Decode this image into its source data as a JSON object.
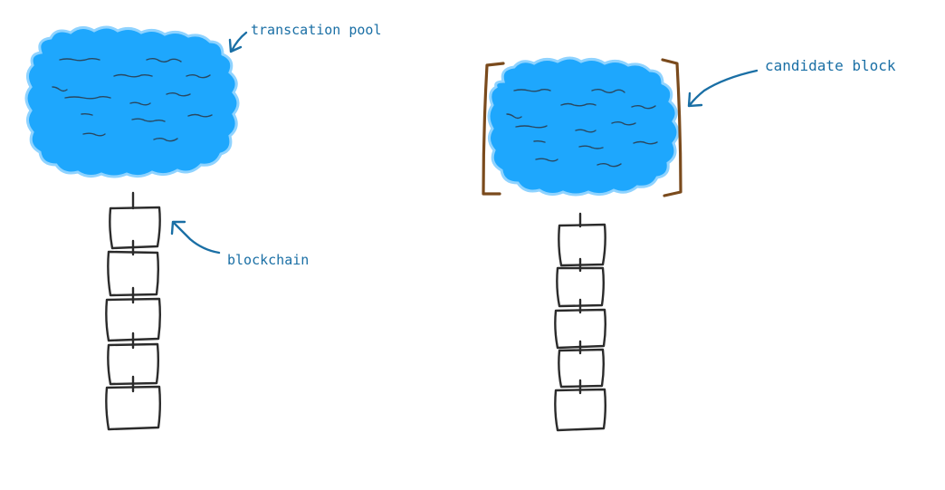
{
  "labels": {
    "transaction_pool": "transcation pool",
    "blockchain": "blockchain",
    "candidate_block": "candidate block"
  },
  "colors": {
    "pool_fill": "#1ea7fd",
    "pool_outline": "#8fd3ff",
    "squiggle": "#2a4860",
    "arrow": "#1a6fa5",
    "label_text": "#1a6fa5",
    "bracket": "#7a4a1c",
    "block_stroke": "#2b2b2b"
  },
  "diagram": {
    "left_chain_blocks": 5,
    "right_chain_blocks": 5,
    "has_candidate_bracket": true
  }
}
